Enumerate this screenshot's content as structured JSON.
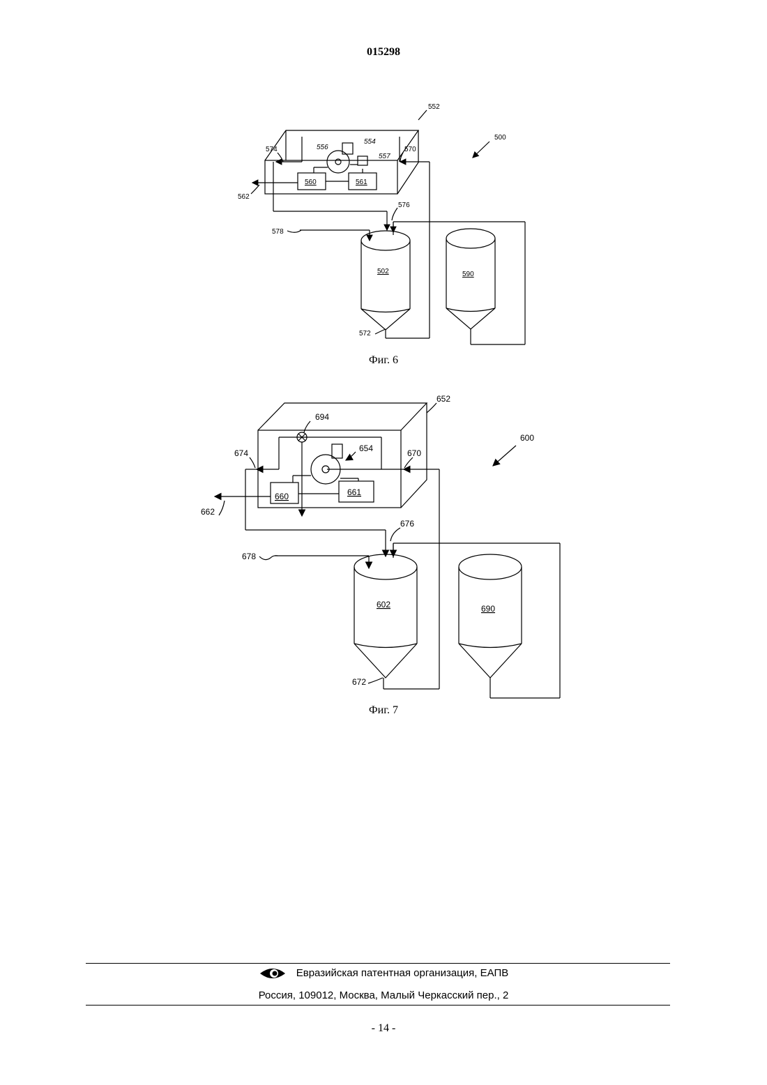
{
  "document": {
    "number": "015298"
  },
  "figure6": {
    "caption": "Фиг. 6",
    "labels": {
      "l552": "552",
      "l500": "500",
      "l556": "556",
      "l554": "554",
      "l557": "557",
      "l574": "574",
      "l570": "570",
      "l560": "560",
      "l561": "561",
      "l562": "562",
      "l576": "576",
      "l578": "578",
      "l502": "502",
      "l590": "590",
      "l572": "572"
    }
  },
  "figure7": {
    "caption": "Фиг. 7",
    "labels": {
      "l652": "652",
      "l694": "694",
      "l600": "600",
      "l654": "654",
      "l674": "674",
      "l670": "670",
      "l660": "660",
      "l661": "661",
      "l662": "662",
      "l676": "676",
      "l678": "678",
      "l602": "602",
      "l690": "690",
      "l672": "672"
    }
  },
  "footer": {
    "organization": "Евразийская патентная организация, ЕАПВ",
    "address": "Россия, 109012, Москва, Малый Черкасский пер., 2",
    "page": "- 14 -",
    "logo_icon": "eapo-eye-logo-icon"
  }
}
